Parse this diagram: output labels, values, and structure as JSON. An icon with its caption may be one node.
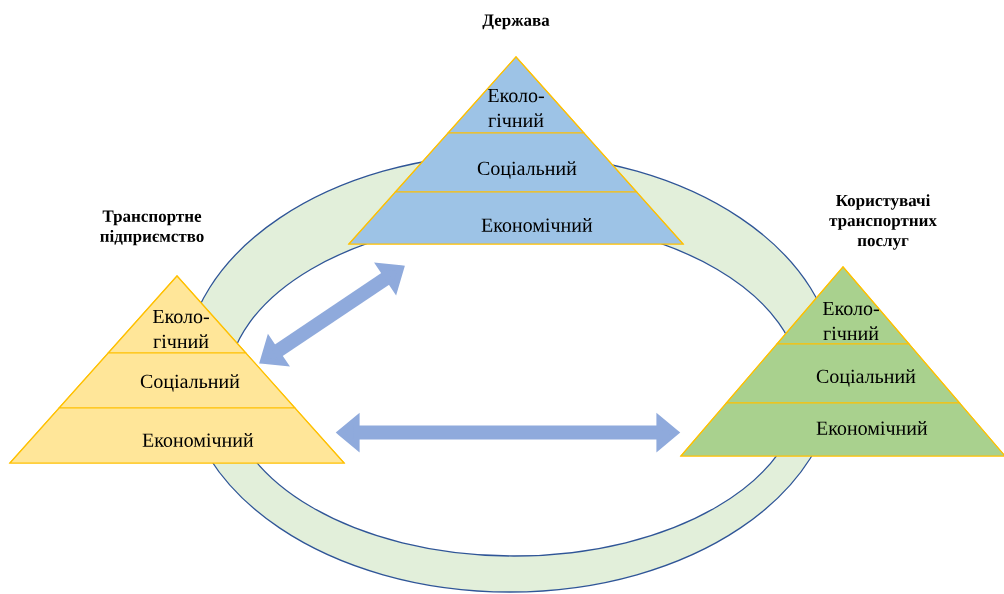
{
  "diagram": {
    "nodes": [
      {
        "text": [
          "Держава"
        ]
      },
      {
        "text": [
          "Еколо- гічний"
        ],
        "in": 0
      },
      {
        "text": [
          "Соціальний"
        ],
        "in": 0
      },
      {
        "text": [
          "Економічний"
        ],
        "in": 0
      },
      {
        "text": [
          "Транспортне підприємство"
        ]
      },
      {
        "text": [
          "Еколо- гічний"
        ],
        "in": 4
      },
      {
        "text": [
          "Соціальний"
        ],
        "in": 4
      },
      {
        "text": [
          "Економічний"
        ],
        "in": 4
      },
      {
        "text": [
          "Користувачі транспортних послуг"
        ]
      },
      {
        "text": [
          "Еколо- гічний"
        ],
        "in": 8
      },
      {
        "text": [
          "Соціальний"
        ],
        "in": 8
      },
      {
        "text": [
          "Економічний"
        ],
        "in": 8
      }
    ],
    "edges": [
      {
        "from": 4,
        "to": 0,
        "arrow": "both"
      },
      {
        "from": 4,
        "to": 8,
        "arrow": "both"
      }
    ]
  }
}
